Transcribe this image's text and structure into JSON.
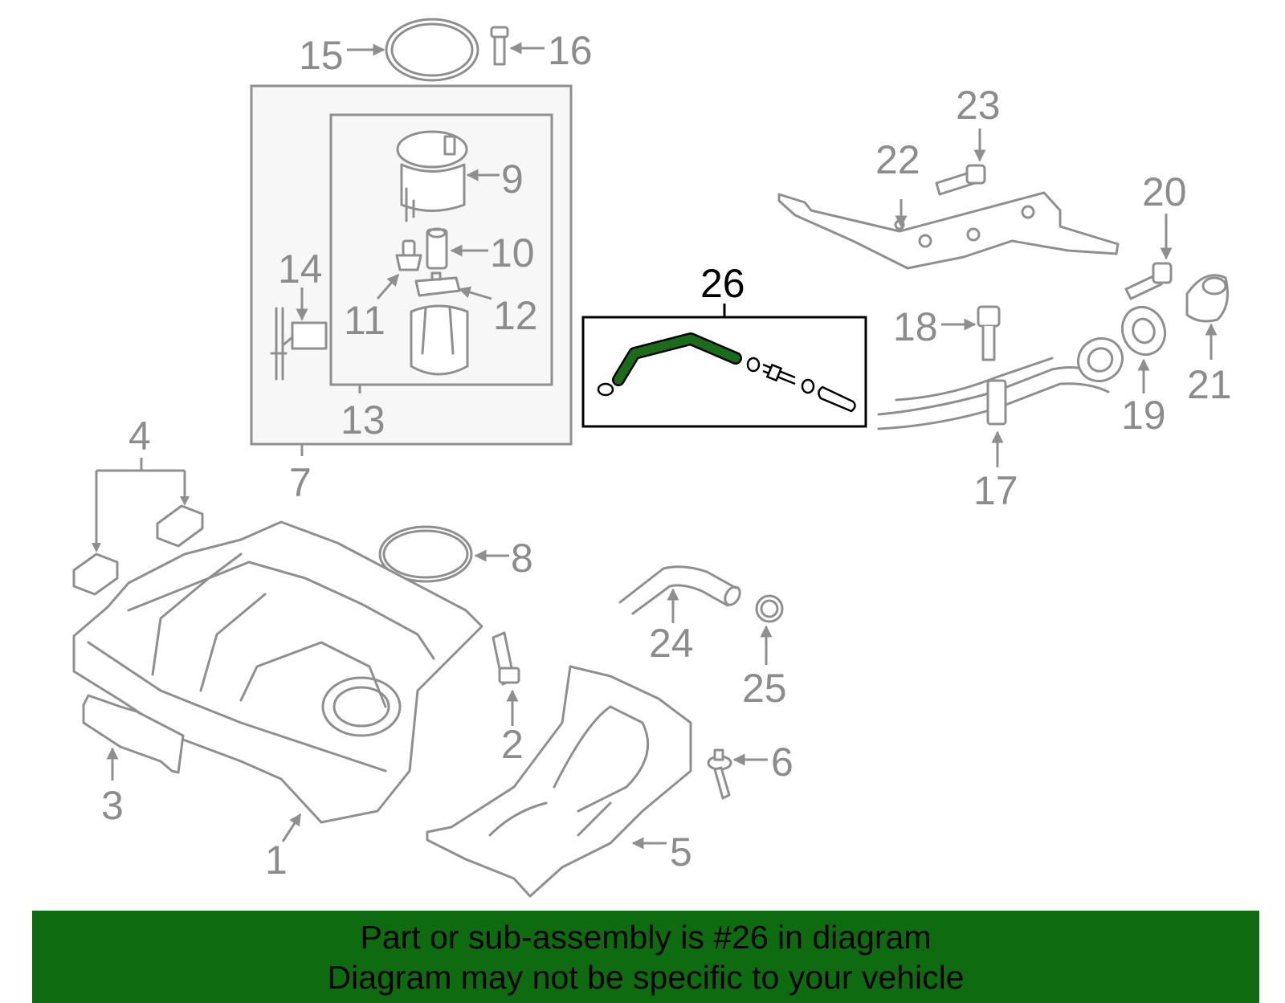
{
  "callouts": {
    "c1": "1",
    "c2": "2",
    "c3": "3",
    "c4": "4",
    "c5": "5",
    "c6": "6",
    "c7": "7",
    "c8": "8",
    "c9": "9",
    "c10": "10",
    "c11": "11",
    "c12": "12",
    "c13": "13",
    "c14": "14",
    "c15": "15",
    "c16": "16",
    "c17": "17",
    "c18": "18",
    "c19": "19",
    "c20": "20",
    "c21": "21",
    "c22": "22",
    "c23": "23",
    "c24": "24",
    "c25": "25",
    "c26": "26"
  },
  "highlight_color": "#1a6b1a",
  "banner": {
    "line1": "Part or sub-assembly is #26 in diagram",
    "line2": "Diagram may not be specific to your vehicle",
    "background": "#0f6b10"
  }
}
